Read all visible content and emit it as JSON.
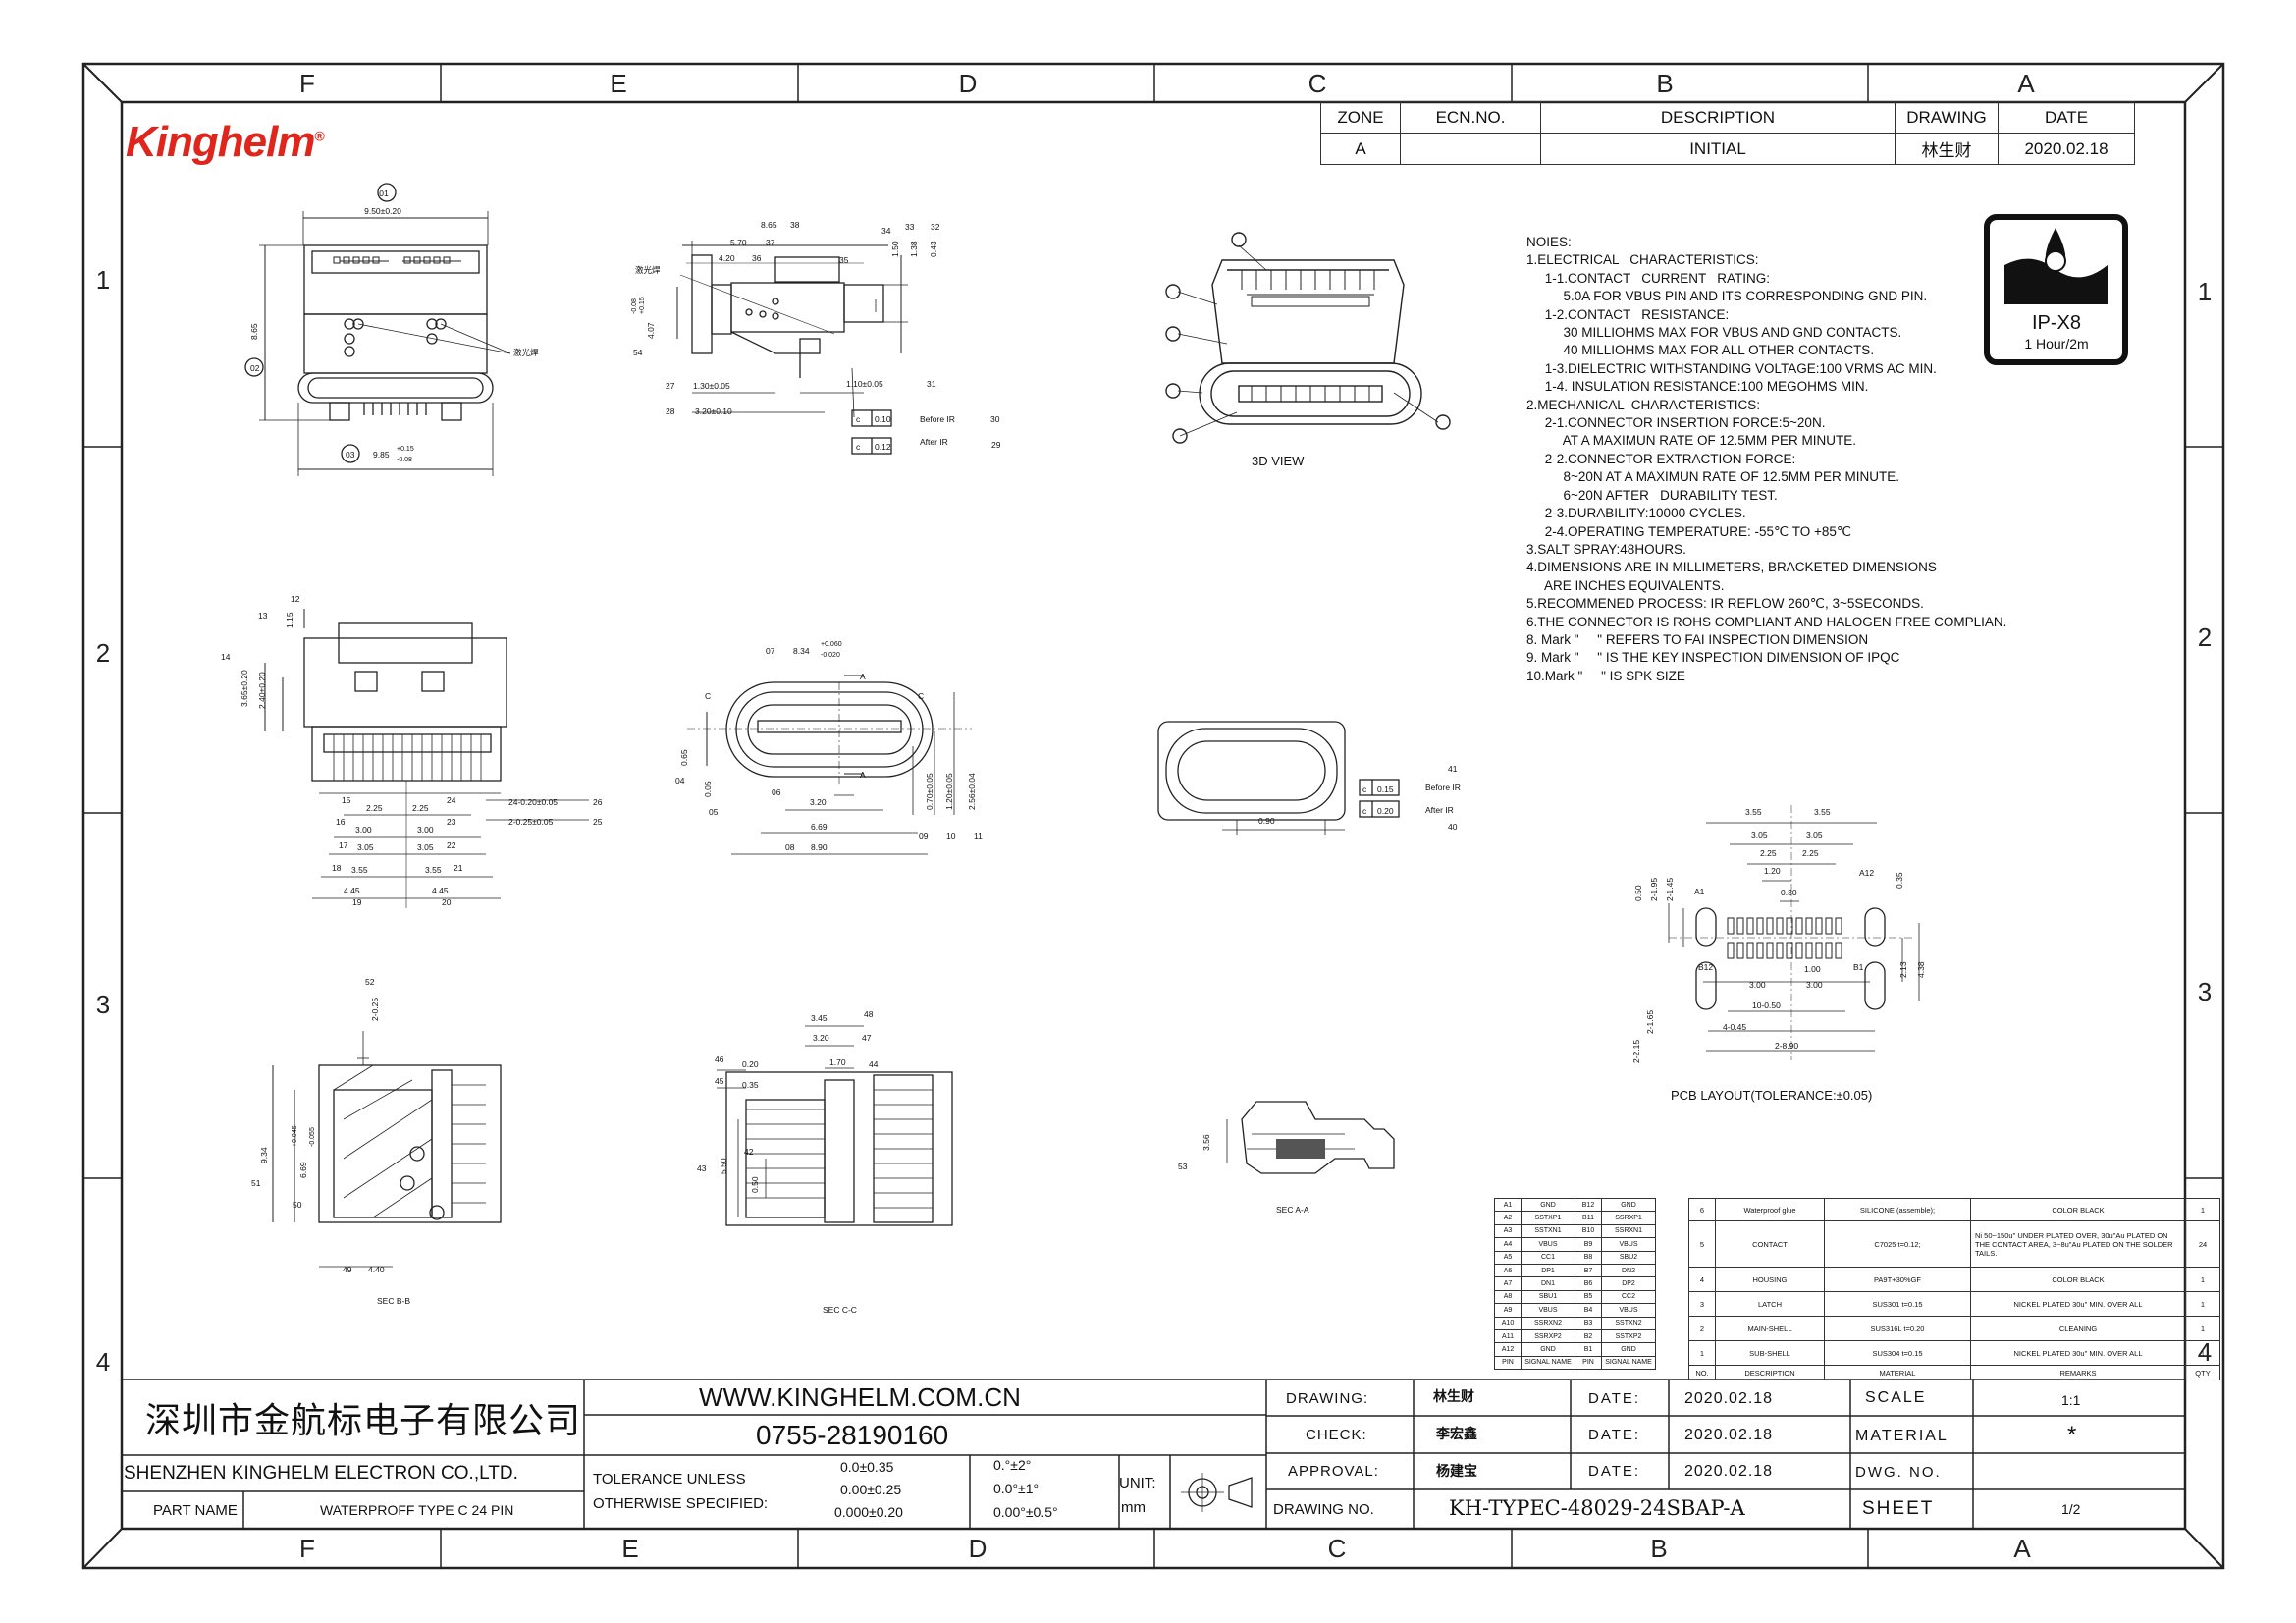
{
  "zones_top": [
    "F",
    "E",
    "D",
    "C",
    "B",
    "A"
  ],
  "zones_bottom": [
    "F",
    "E",
    "D",
    "C",
    "B",
    "A"
  ],
  "zones_side": [
    "1",
    "2",
    "3",
    "4"
  ],
  "logo": "Kinghelm",
  "logo_mark": "®",
  "revision": {
    "headers": [
      "ZONE",
      "ECN.NO.",
      "DESCRIPTION",
      "DRAWING",
      "DATE"
    ],
    "row": [
      "A",
      "",
      "INITIAL",
      "林生财",
      "2020.02.18"
    ]
  },
  "notes": [
    "NOIES:",
    "1.ELECTRICAL   CHARACTERISTICS:",
    "     1-1.CONTACT   CURRENT   RATING:",
    "          5.0A FOR VBUS PIN AND ITS CORRESPONDING GND PIN.",
    "     1-2.CONTACT   RESISTANCE:",
    "          30 MILLIOHMS MAX FOR VBUS AND GND CONTACTS.",
    "          40 MILLIOHMS MAX FOR ALL OTHER CONTACTS.",
    "     1-3.DIELECTRIC WITHSTANDING VOLTAGE:100 VRMS AC MIN.",
    "     1-4. INSULATION RESISTANCE:100 MEGOHMS MIN.",
    "2.MECHANICAL  CHARACTERISTICS:",
    "     2-1.CONNECTOR INSERTION FORCE:5~20N.",
    "          AT A MAXIMUN RATE OF 12.5MM PER MINUTE.",
    "     2-2.CONNECTOR EXTRACTION FORCE:",
    "          8~20N AT A MAXIMUN RATE OF 12.5MM PER MINUTE.",
    "          6~20N AFTER   DURABILITY TEST.",
    "     2-3.DURABILITY:10000 CYCLES.",
    "     2-4.OPERATING TEMPERATURE: -55℃ TO +85℃",
    "3.SALT SPRAY:48HOURS.",
    "4.DIMENSIONS ARE IN MILLIMETERS, BRACKETED DIMENSIONS",
    "     ARE INCHES EQUIVALENTS.",
    "5.RECOMMENED PROCESS: IR REFLOW 260℃, 3~5SECONDS.",
    "6.THE CONNECTOR IS ROHS COMPLIANT AND HALOGEN FREE COMPLIAN.",
    "8. Mark \"     \" REFERS TO FAI INSPECTION DIMENSION",
    "9. Mark \"     \" IS THE KEY INSPECTION DIMENSION OF IPQC",
    "10.Mark \"     \" IS SPK SIZE"
  ],
  "ip_rating": {
    "label": "IP-X8",
    "sub": "1 Hour/2m"
  },
  "views": {
    "view_3d": "3D VIEW",
    "sec_bb": "SEC B-B",
    "sec_cc": "SEC C-C",
    "sec_aa": "SEC A-A",
    "pcb": "PCB LAYOUT(TOLERANCE:±0.05)"
  },
  "dims_top_left": {
    "w1": "9.50±0.20",
    "h": "8.65",
    "w2": "9.85",
    "w2_tol_up": "+0.15",
    "w2_tol_dn": "-0.08",
    "b1": "01",
    "b2": "02",
    "b3": "03",
    "note": "激光焊"
  },
  "dims_side": {
    "d1": "8.65",
    "d2": "5.70",
    "d3": "4.20",
    "d4": "1.50",
    "d5": "1.38",
    "d6": "0.43",
    "d7": "4.07",
    "d7_up": "+0.15",
    "d7_dn": "-0.08",
    "d8": "1.30±0.05",
    "d9": "3.20±0.10",
    "d10": "1.10±0.05",
    "c1": "0.10",
    "c2": "0.12",
    "before": "Before IR",
    "after": "After IR",
    "b": [
      "38",
      "37",
      "36",
      "35",
      "34",
      "33",
      "32",
      "54",
      "27",
      "28",
      "31",
      "30",
      "29"
    ],
    "note": "激光焊"
  },
  "dims_front": {
    "a": "1.15",
    "b": "3.65±0.20",
    "c": "2.40±0.20",
    "d": "24-0.20±0.05",
    "e": "2-0.25±0.05",
    "f": "2.25",
    "g": "3.00",
    "h": "3.05",
    "i": "3.55",
    "j": "4.45",
    "b_nums": [
      "12",
      "13",
      "14",
      "15",
      "16",
      "17",
      "18",
      "19",
      "20",
      "21",
      "22",
      "23",
      "24",
      "25",
      "26"
    ]
  },
  "dims_mouth": {
    "w": "8.34",
    "w_up": "+0.060",
    "w_dn": "-0.020",
    "a": "0.65",
    "b": "0.05",
    "c": "0.70±0.05",
    "d": "1.20±0.05",
    "e": "2.56±0.04",
    "f": "3.20",
    "g": "6.69",
    "h": "8.90",
    "sec": "C",
    "sec_a": "A",
    "b_nums": [
      "07",
      "04",
      "05",
      "06",
      "08",
      "09",
      "10",
      "11"
    ]
  },
  "dims_mouth2": {
    "a": "0.90",
    "c1": "0.15",
    "c2": "0.20",
    "before": "Before IR",
    "after": "After IR",
    "b_nums": [
      "41",
      "40"
    ]
  },
  "dims_secbb": {
    "a": "2-0.25",
    "b": "9.34",
    "c": "6.69",
    "c_up": "+0.045",
    "c_dn": "-0.055",
    "d": "4.40",
    "b_nums": [
      "52",
      "51",
      "50",
      "49"
    ]
  },
  "dims_seccc": {
    "a": "3.45",
    "b": "3.20",
    "c": "1.70",
    "d": "0.20",
    "e": "0.35",
    "f": "5.50",
    "g": "0.50",
    "b_nums": [
      "48",
      "47",
      "44",
      "46",
      "45",
      "42",
      "43"
    ]
  },
  "dims_secaa": {
    "a": "3.56",
    "b_nums": [
      "53"
    ]
  },
  "dims_pcb": {
    "a": "3.55",
    "b": "3.55",
    "c": "3.05",
    "d": "3.05",
    "e": "2.25",
    "f": "2.25",
    "g": "1.20",
    "h": "0.30",
    "i": "0.50",
    "j": "2-1.95",
    "k": "2-1.45",
    "l": "0.35",
    "m": "1.00",
    "n": "3.00",
    "o": "3.00",
    "p": "2.13",
    "q": "4.38",
    "r": "10-0.50",
    "s": "4-0.45",
    "t": "2-8.90",
    "u": "2-1.65",
    "v": "2-2.15",
    "a1": "A1",
    "a12": "A12",
    "b12": "B12",
    "b1": "B1"
  },
  "pin_table": {
    "rows": [
      [
        "A1",
        "GND",
        "B12",
        "GND"
      ],
      [
        "A2",
        "SSTXP1",
        "B11",
        "SSRXP1"
      ],
      [
        "A3",
        "SSTXN1",
        "B10",
        "SSRXN1"
      ],
      [
        "A4",
        "VBUS",
        "B9",
        "VBUS"
      ],
      [
        "A5",
        "CC1",
        "B8",
        "SBU2"
      ],
      [
        "A6",
        "DP1",
        "B7",
        "DN2"
      ],
      [
        "A7",
        "DN1",
        "B6",
        "DP2"
      ],
      [
        "A8",
        "SBU1",
        "B5",
        "CC2"
      ],
      [
        "A9",
        "VBUS",
        "B4",
        "VBUS"
      ],
      [
        "A10",
        "SSRXN2",
        "B3",
        "SSTXN2"
      ],
      [
        "A11",
        "SSRXP2",
        "B2",
        "SSTXP2"
      ],
      [
        "A12",
        "GND",
        "B1",
        "GND"
      ],
      [
        "PIN",
        "SIGNAL NAME",
        "PIN",
        "SIGNAL NAME"
      ]
    ]
  },
  "bom_table": {
    "rows": [
      [
        "6",
        "Waterproof glue",
        "SILICONE (assemble);",
        "COLOR BLACK",
        "1"
      ],
      [
        "5",
        "CONTACT",
        "C7025 t=0.12;",
        "Ni 50~150u\" UNDER PLATED OVER, 30u\"Au PLATED ON THE CONTACT AREA, 3~8u\"Au PLATED ON THE SOLDER TAILS.",
        "24"
      ],
      [
        "4",
        "HOUSING",
        "PA9T+30%GF",
        "COLOR BLACK",
        "1"
      ],
      [
        "3",
        "LATCH",
        "SUS301 t=0.15",
        "NICKEL PLATED 30u\" MIN. OVER ALL",
        "1"
      ],
      [
        "2",
        "MAIN-SHELL",
        "SUS316L t=0.20",
        "CLEANING",
        "1"
      ],
      [
        "1",
        "SUB-SHELL",
        "SUS304 t=0.15",
        "NICKEL PLATED 30u\" MIN. OVER ALL",
        "1"
      ],
      [
        "NO.",
        "DESCRIPTION",
        "MATERIAL",
        "REMARKS",
        "QTY"
      ]
    ]
  },
  "title_block": {
    "company_cn": "深圳市金航标电子有限公司",
    "company_en": "SHENZHEN KINGHELM ELECTRON CO.,LTD.",
    "website": "WWW.KINGHELM.COM.CN",
    "phone": "0755-28190160",
    "part_name_label": "PART NAME",
    "part_name": "WATERPROFF TYPE C 24 PIN",
    "tol_label1": "TOLERANCE UNLESS",
    "tol_label2": "OTHERWISE SPECIFIED:",
    "tol_lin": [
      "0.0±0.35",
      "0.00±0.25",
      "0.000±0.20"
    ],
    "tol_ang": [
      "0.°±2°",
      "0.0°±1°",
      "0.00°±0.5°"
    ],
    "unit_label": "UNIT:",
    "unit": "mm",
    "drawing_label": "DRAWING:",
    "drawing_by": "林生财",
    "check_label": "CHECK:",
    "check_by": "李宏鑫",
    "approval_label": "APPROVAL:",
    "approval_by": "杨建宝",
    "date_label": "DATE:",
    "date1": "2020.02.18",
    "date2": "2020.02.18",
    "date3": "2020.02.18",
    "scale_label": "SCALE",
    "scale": "1:1",
    "material_label": "MATERIAL",
    "material": "*",
    "dwg_no_label": "DWG. NO.",
    "drawing_no_label": "DRAWING NO.",
    "drawing_no": "KH-TYPEC-48029-24SBAP-A",
    "sheet_label": "SHEET",
    "sheet": "1/2"
  }
}
